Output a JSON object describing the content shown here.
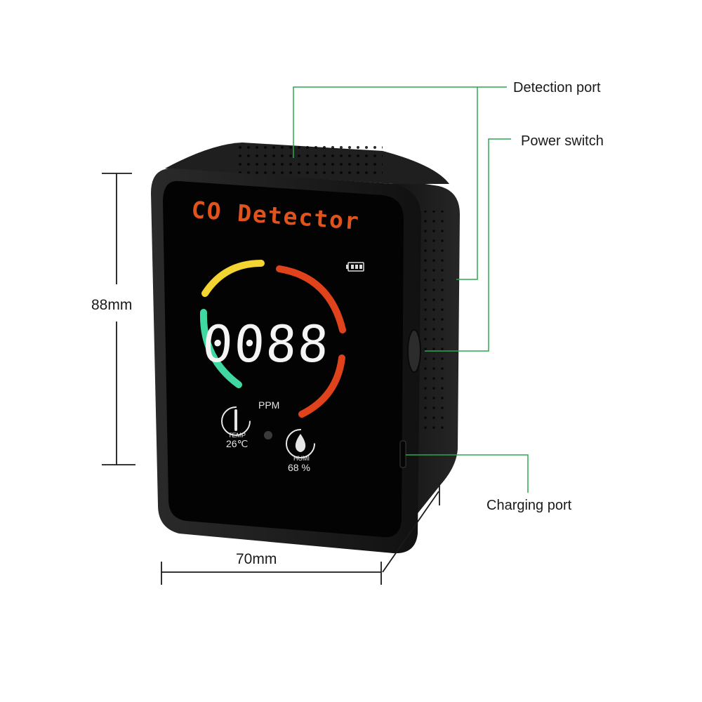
{
  "product": {
    "brand_label": "CO Detector",
    "reading": "0088",
    "unit": "PPM",
    "temperature": {
      "label": "TEMP",
      "value": "26℃"
    },
    "humidity": {
      "label": "HUMI",
      "value": "68 %"
    }
  },
  "callouts": {
    "detection_port": "Detection port",
    "power_switch": "Power switch",
    "charging_port": "Charging port"
  },
  "dimensions": {
    "height": "88mm",
    "width": "70mm"
  },
  "colors": {
    "callout_line": "#2aa84a",
    "brand_text": "#e0531c",
    "gauge_green": "#3fd8a0",
    "gauge_yellow": "#f4d431",
    "gauge_red": "#e0431c"
  },
  "icons": [
    "thermometer-icon",
    "water-drop-icon",
    "battery-icon"
  ]
}
